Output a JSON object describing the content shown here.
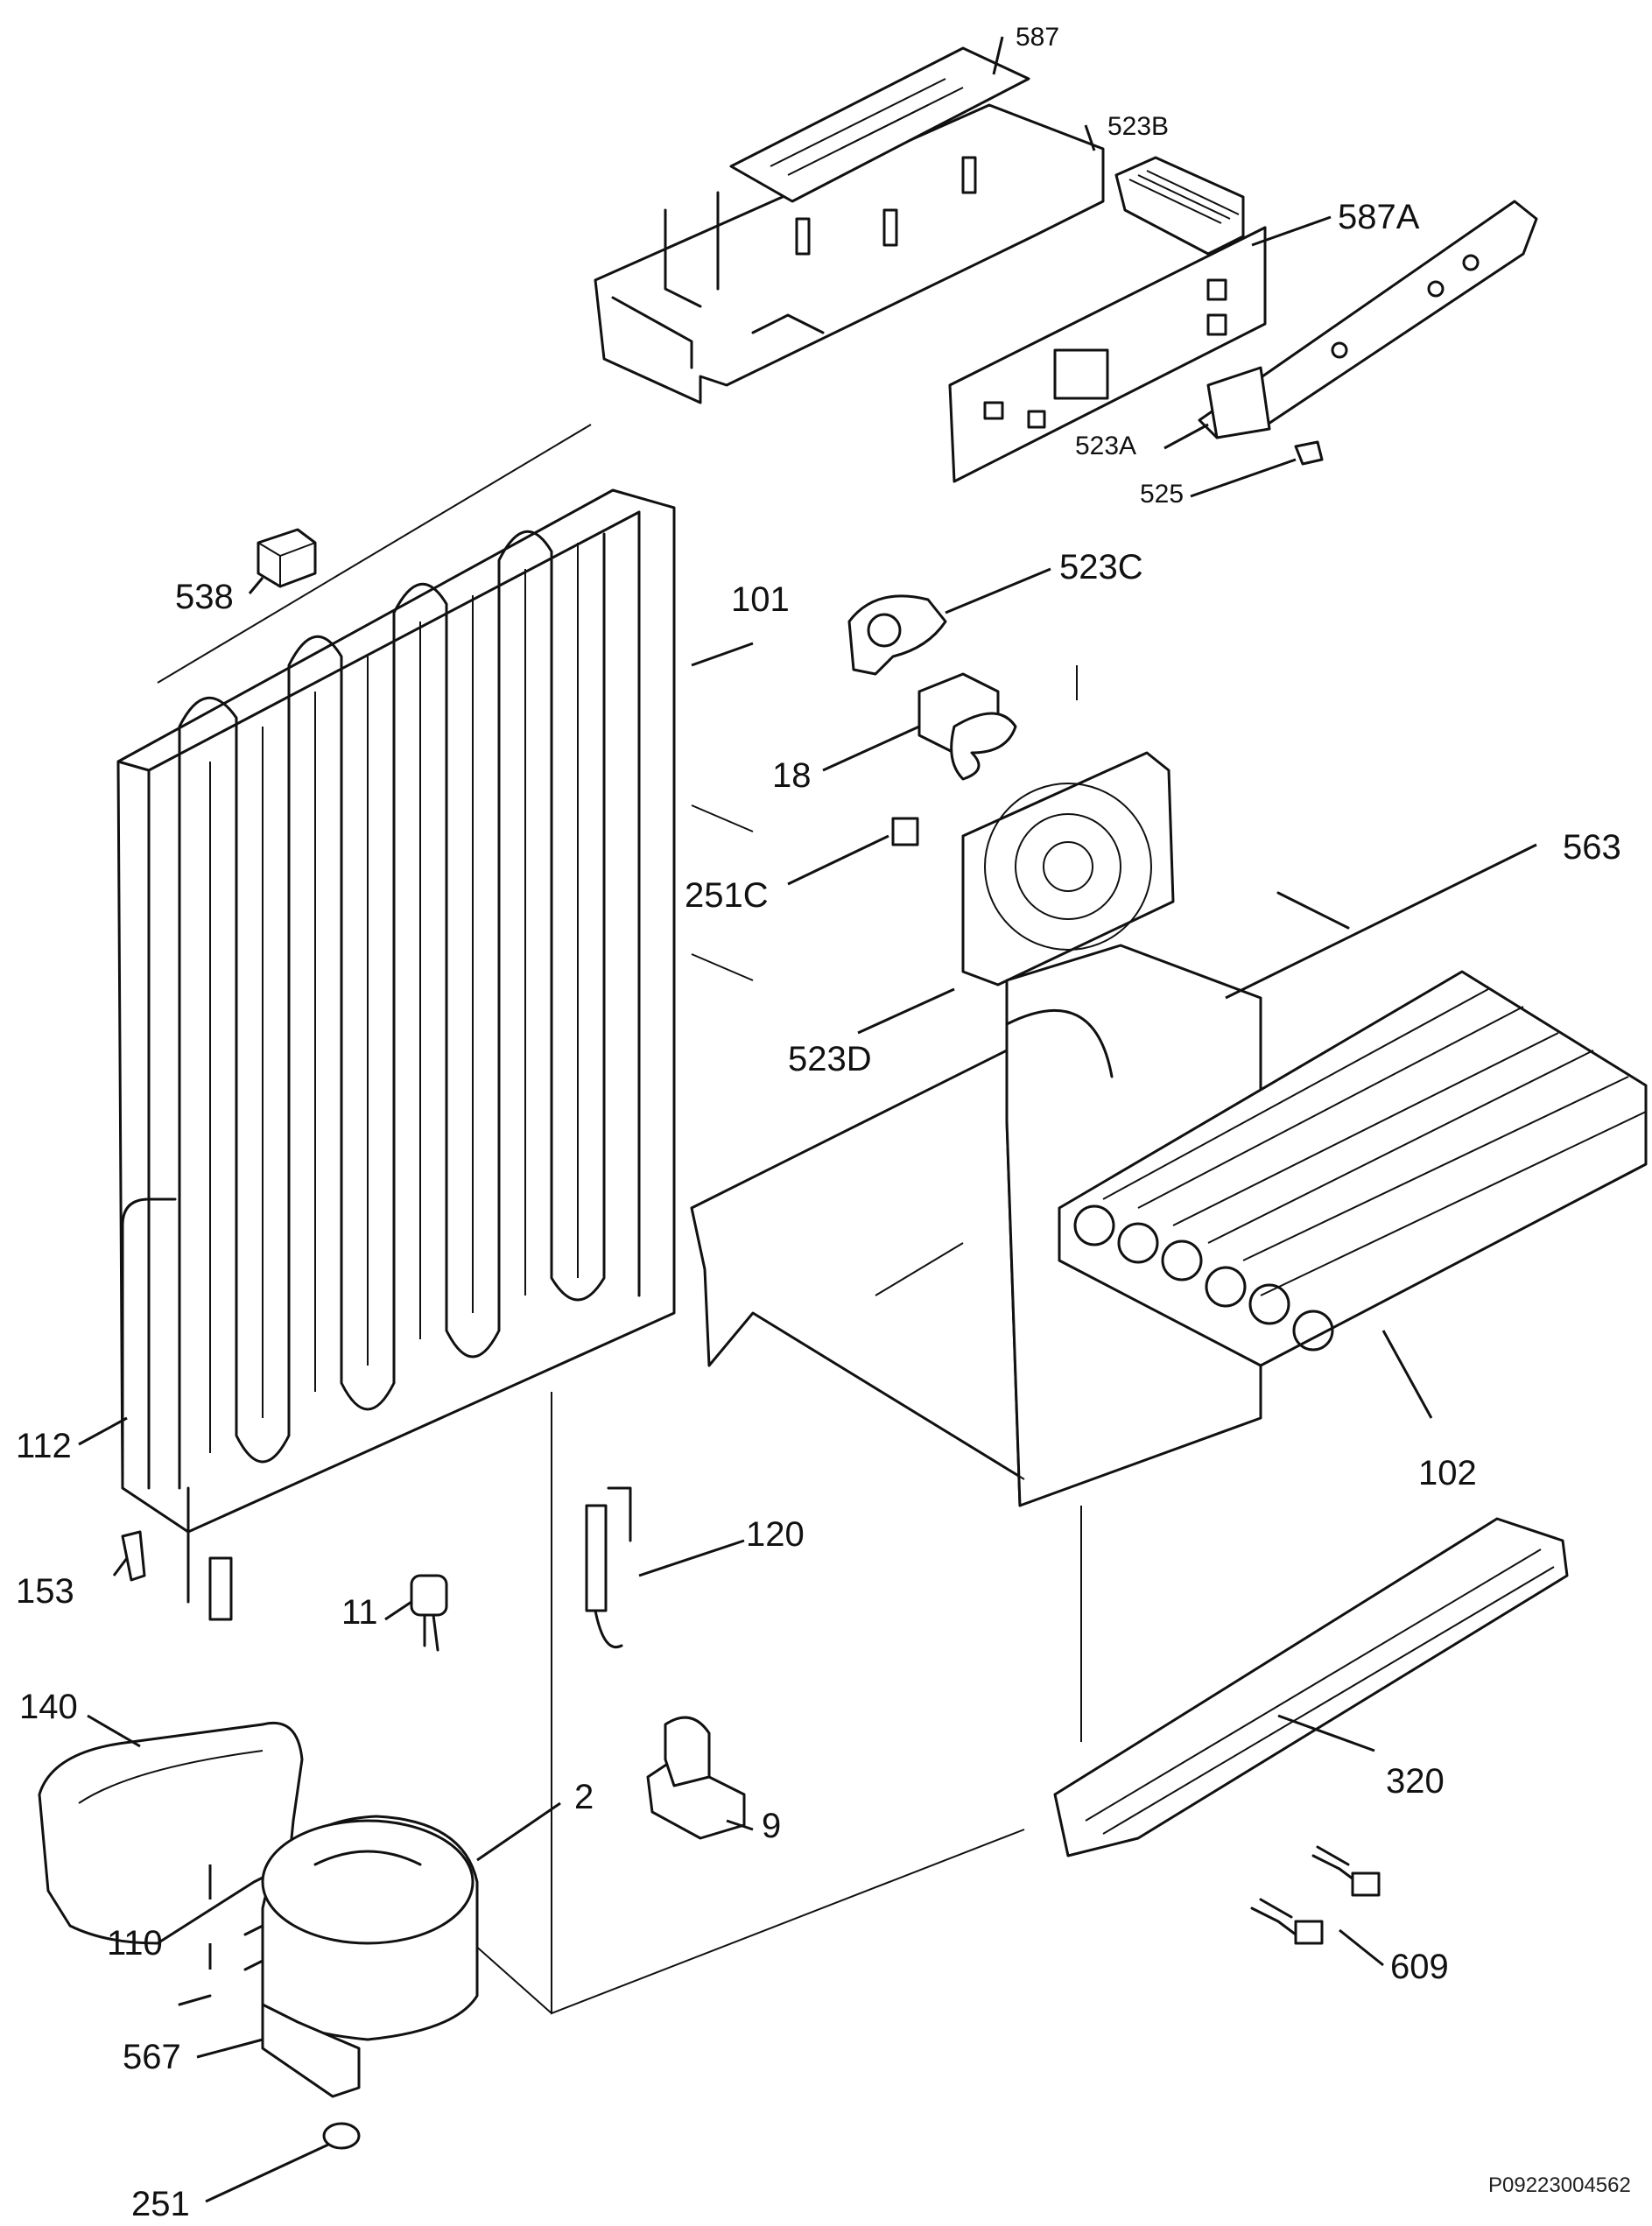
{
  "diagram": {
    "reference_code": "P09223004562",
    "callouts": [
      {
        "id": "587",
        "label": "587"
      },
      {
        "id": "523b",
        "label": "523B"
      },
      {
        "id": "587a",
        "label": "587A"
      },
      {
        "id": "523a",
        "label": "523A"
      },
      {
        "id": "525",
        "label": "525"
      },
      {
        "id": "538",
        "label": "538"
      },
      {
        "id": "101",
        "label": "101"
      },
      {
        "id": "523c",
        "label": "523C"
      },
      {
        "id": "18",
        "label": "18"
      },
      {
        "id": "251c",
        "label": "251C"
      },
      {
        "id": "563",
        "label": "563"
      },
      {
        "id": "523d",
        "label": "523D"
      },
      {
        "id": "112",
        "label": "112"
      },
      {
        "id": "102",
        "label": "102"
      },
      {
        "id": "120",
        "label": "120"
      },
      {
        "id": "153",
        "label": "153"
      },
      {
        "id": "11",
        "label": "11"
      },
      {
        "id": "140",
        "label": "140"
      },
      {
        "id": "2",
        "label": "2"
      },
      {
        "id": "9",
        "label": "9"
      },
      {
        "id": "320",
        "label": "320"
      },
      {
        "id": "110",
        "label": "110"
      },
      {
        "id": "609",
        "label": "609"
      },
      {
        "id": "567",
        "label": "567"
      },
      {
        "id": "251",
        "label": "251"
      }
    ]
  }
}
